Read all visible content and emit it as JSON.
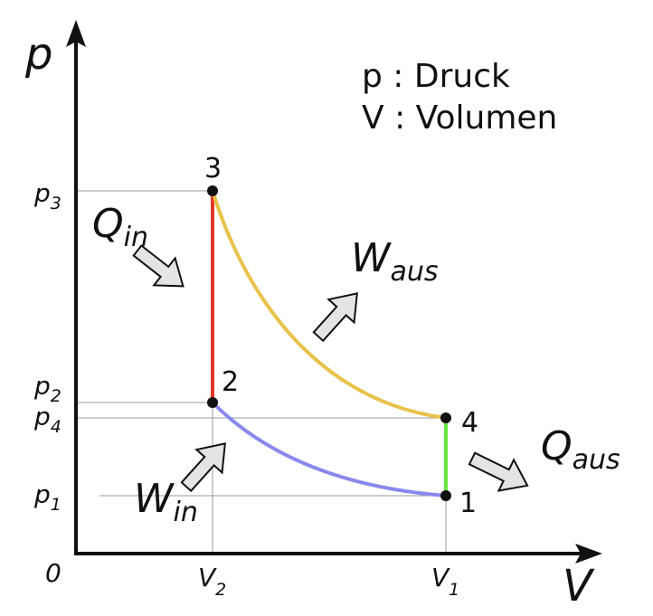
{
  "axes": {
    "y_label": "p",
    "x_label": "V",
    "origin_label": "0"
  },
  "legend": {
    "line1": "p : Druck",
    "line2": "V : Volumen"
  },
  "ticks": {
    "p3": {
      "base": "p",
      "sub": "3"
    },
    "p2": {
      "base": "p",
      "sub": "2"
    },
    "p4": {
      "base": "p",
      "sub": "4"
    },
    "p1": {
      "base": "p",
      "sub": "1"
    },
    "v2": {
      "base": "V",
      "sub": "2"
    },
    "v1": {
      "base": "V",
      "sub": "1"
    }
  },
  "points": {
    "p1_label": "1",
    "p2_label": "2",
    "p3_label": "3",
    "p4_label": "4"
  },
  "flows": {
    "q_in": {
      "base": "Q",
      "sub": "in"
    },
    "w_aus": {
      "base": "W",
      "sub": "aus"
    },
    "q_aus": {
      "base": "Q",
      "sub": "aus"
    },
    "w_in": {
      "base": "W",
      "sub": "in"
    }
  },
  "colors": {
    "heat_in": "#e8352a",
    "expansion": "#e8c24a",
    "heat_out": "#66e640",
    "compression": "#8888ee",
    "arrow_fill": "#e4e4e4"
  }
}
